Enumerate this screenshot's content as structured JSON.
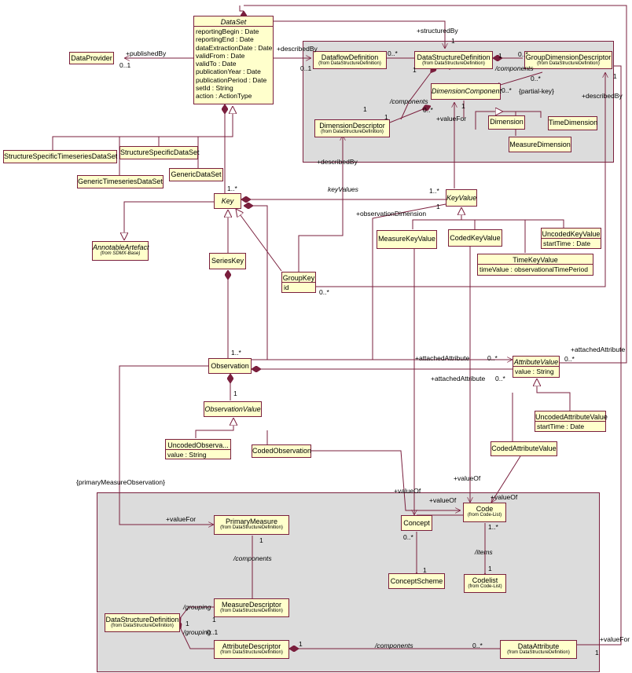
{
  "dataset": {
    "name": "DataSet",
    "attributes": [
      "reportingBegin : Date",
      "reportingEnd : Date",
      "dataExtractionDate : Date",
      "validFrom : Date",
      "validTo : Date",
      "publicationYear : Date",
      "publicationPeriod : Date",
      "setId : String",
      "action : ActionType"
    ]
  },
  "classes": {
    "data_provider": "DataProvider",
    "dataflow_definition": "DataflowDefinition",
    "data_structure_definition": "DataStructureDefinition",
    "group_dimension_descriptor": "GroupDimensionDescriptor",
    "dimension_component": "DimensionComponent",
    "dimension_descriptor": "DimensionDescriptor",
    "dimension": "Dimension",
    "time_dimension": "TimeDimension",
    "measure_dimension": "MeasureDimension",
    "structure_specific_timeseries_dataset": "StructureSpecificTimeseriesDataSet",
    "structure_specific_dataset": "StructureSpecificDataSet",
    "generic_timeseries_dataset": "GenericTimeseriesDataSet",
    "generic_dataset": "GenericDataSet",
    "key": "Key",
    "key_value": "KeyValue",
    "annotable_artefact": "AnnotableArtefact",
    "series_key": "SeriesKey",
    "group_key": "GroupKey",
    "group_key_attr": "id",
    "measure_key_value": "MeasureKeyValue",
    "coded_key_value": "CodedKeyValue",
    "uncoded_key_value": "UncodedKeyValue",
    "uncoded_key_value_attr": "startTime : Date",
    "time_key_value": "TimeKeyValue",
    "time_key_value_attr": "timeValue : observationalTimePeriod",
    "observation": "Observation",
    "attribute_value": "AttributeValue",
    "attribute_value_attr": "value : String",
    "observation_value": "ObservationValue",
    "uncoded_observation": "UncodedObserva...",
    "uncoded_observation_attr": "value : String",
    "coded_observation": "CodedObservation",
    "uncoded_attribute_value": "UncodedAttributeValue",
    "uncoded_attribute_value_attr": "startTime : Date",
    "coded_attribute_value": "CodedAttributeValue",
    "primary_measure": "PrimaryMeasure",
    "concept": "Concept",
    "code": "Code",
    "concept_scheme": "ConceptScheme",
    "codelist": "Codelist",
    "measure_descriptor": "MeasureDescriptor",
    "data_structure_definition_2": "DataStructureDefinition",
    "attribute_descriptor": "AttributeDescriptor",
    "data_attribute": "DataAttribute"
  },
  "from": {
    "dsd": "(from DataStructureDefinition)",
    "codelist": "(from Code-List)",
    "sdmx_base": "(from SDMX-Base)"
  },
  "labels": {
    "published_by": "+publishedBy",
    "published_by_mult": "0..1",
    "described_by_1": "+describedBy",
    "described_by_1_mult": "0..1",
    "structured_by": "+structuredBy",
    "structured_by_mult": "1",
    "df_mult": "0..*",
    "df_mult_1": "1",
    "dsd_gdd_0": "0..*",
    "dsd_gdd_1": "1",
    "gdd_components": "/components",
    "gdd_dc_mult": "0..*",
    "dc_mult_0": "0..*",
    "dc_mult_1": "1",
    "partial_key": "{partial-key}",
    "described_by_2": "+describedBy",
    "dsd_dd_1": "1",
    "dsd_dd_components": "/components",
    "dd_dc_0": "0..*",
    "dd_dc_1": "1",
    "value_for_1": "+valueFor",
    "gen_1": "1",
    "described_by_3": "+describedBy",
    "key_mult": "1..*",
    "key_values": "keyValues",
    "key_values_mult": "1..*",
    "observation_dimension": "+observationDimension",
    "observation_dimension_mult": "1",
    "group_key_mult": "0..*",
    "obs_mult": "1..*",
    "attached_attribute_1": "+attachedAttribute",
    "attached_attribute_1_mult": "0..*",
    "attached_attribute_2": "+attachedAttribute",
    "attached_attribute_2_mult": "0..*",
    "attached_attribute_3": "+attachedAttribute",
    "attached_attribute_3_mult": "0..*",
    "obs_value_mult": "1",
    "primary_measure_observation": "{primaryMeasureObservation}",
    "value_for_2": "+valueFor",
    "value_for_3": "+valueFor",
    "pm_mult": "1",
    "pm_components": "/components",
    "value_of_1": "+valueOf",
    "value_of_2": "+valueOf",
    "value_of_3": "+valueOf",
    "value_of_4": "+valueOf",
    "concept_mult": "0..*",
    "concept_scheme_mult": "1",
    "code_mult": "1..*",
    "items": "/items",
    "codelist_mult": "1",
    "grouping_1": "/grouping",
    "grouping_1_mult": "1",
    "grouping_2": "/grouping",
    "grouping_2_mult": "0..1",
    "grouping_3_mult": "1",
    "ad_components": "/components",
    "ad_da_0": "0..*",
    "ad_da_1": "1",
    "da_mult": "1",
    "md_mult": "1",
    "kv_value_for_mult": "1"
  },
  "colors": {
    "line": "#7a1f3d",
    "class_fill": "#ffffcc",
    "package_fill": "#dcdcdc"
  }
}
